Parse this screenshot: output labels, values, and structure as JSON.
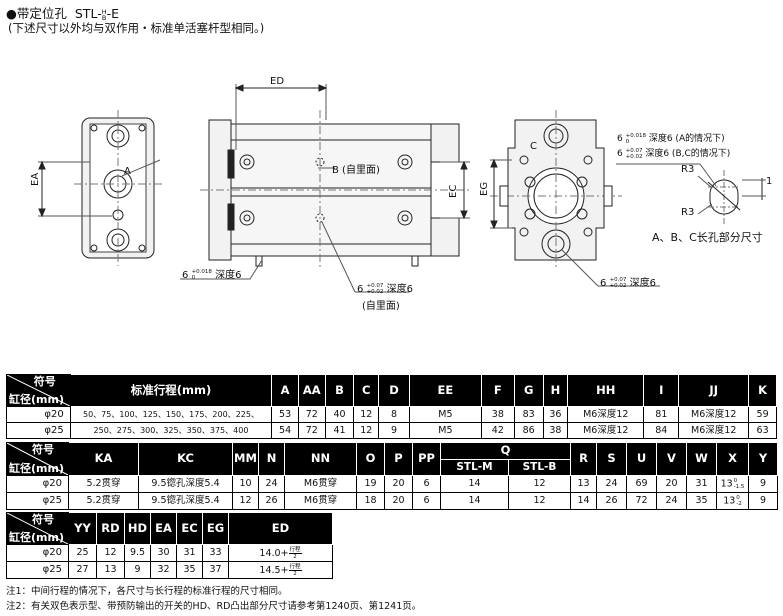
{
  "header": {
    "title_prefix": "●带定位孔",
    "model_base": "STL-",
    "model_sup": "H",
    "model_sub": "B",
    "model_suffix": "-E",
    "subtitle": "(下述尺寸以外均与双作用・标准单活塞杆型相同。)"
  },
  "drawing": {
    "label_ED": "ED",
    "label_EA": "EA",
    "label_A": "A",
    "label_B_inside": "B (自里面)",
    "label_EC": "EC",
    "label_EG": "EG",
    "label_C": "C",
    "hole_a_text": "6",
    "hole_a_tol_up": "+0.018",
    "hole_a_tol_lo": "0",
    "hole_a_depth": "深度6",
    "hole_b_text": "6",
    "hole_b_tol_up": "+0.07",
    "hole_b_tol_lo": "+0.02",
    "hole_b_depth": "深度6",
    "hole_b_note": "(自里面)",
    "hole_c_text": "6",
    "hole_c_tol_up": "+0.07",
    "hole_c_tol_lo": "+0.02",
    "hole_c_depth": "深度6",
    "right_note1_dia": "6",
    "right_note1_tol_up": "+0.018",
    "right_note1_tol_lo": "0",
    "right_note1_text": "深度6 (A的情况下)",
    "right_note2_dia": "6",
    "right_note2_tol_up": "+0.07",
    "right_note2_tol_lo": "+0.02",
    "right_note2_text": "深度6 (B,C的情况下)",
    "r3_top": "R3",
    "r3_bottom": "R3",
    "dim_1": "1",
    "slot_caption": "A、B、C长孔部分尺寸"
  },
  "table": {
    "symbol_label": "符号",
    "bore_label": "缸径(mm)",
    "t1_headers": [
      "标准行程(mm)",
      "A",
      "AA",
      "B",
      "C",
      "D",
      "EE",
      "F",
      "G",
      "H",
      "HH",
      "I",
      "JJ",
      "K"
    ],
    "t1_rows": [
      {
        "bore": "φ20",
        "cells": [
          "50、75、100、125、150、175、200、225、",
          "53",
          "72",
          "40",
          "12",
          "8",
          "M5",
          "38",
          "83",
          "36",
          "M6深度12",
          "81",
          "M6深度12",
          "59"
        ]
      },
      {
        "bore": "φ25",
        "cells": [
          "250、275、300、325、350、375、400",
          "54",
          "72",
          "41",
          "12",
          "9",
          "M5",
          "42",
          "86",
          "38",
          "M6深度12",
          "84",
          "M6深度12",
          "63"
        ]
      }
    ],
    "t2_headers": [
      "KA",
      "KC",
      "MM",
      "N",
      "NN",
      "O",
      "P",
      "PP",
      "Q",
      "R",
      "S",
      "U",
      "V",
      "W",
      "X",
      "Y"
    ],
    "t2_sub_headers": [
      "STL-M",
      "STL-B"
    ],
    "t2_rows": [
      {
        "bore": "φ20",
        "cells": [
          "5.2贯穿",
          "9.5锪孔深度5.4",
          "10",
          "24",
          "M6贯穿",
          "19",
          "20",
          "6",
          "14",
          "12",
          "13",
          "24",
          "69",
          "20",
          "31",
          "13",
          "9"
        ],
        "x_tol_up": "0",
        "x_tol_lo": "-1.5"
      },
      {
        "bore": "φ25",
        "cells": [
          "5.2贯穿",
          "9.5锪孔深度5.4",
          "12",
          "26",
          "M6贯穿",
          "18",
          "20",
          "6",
          "14",
          "12",
          "14",
          "26",
          "72",
          "24",
          "35",
          "13",
          "9"
        ],
        "x_tol_up": "0",
        "x_tol_lo": "-2"
      }
    ],
    "t3_headers": [
      "YY",
      "RD",
      "HD",
      "EA",
      "EC",
      "EG",
      "ED"
    ],
    "t3_rows": [
      {
        "bore": "φ20",
        "cells": [
          "25",
          "12",
          "9.5",
          "30",
          "31",
          "33",
          "14.0+"
        ],
        "frac_top": "行程",
        "frac_bot": "2"
      },
      {
        "bore": "φ25",
        "cells": [
          "27",
          "13",
          "9",
          "32",
          "35",
          "37",
          "14.5+"
        ],
        "frac_top": "行程",
        "frac_bot": "2"
      }
    ]
  },
  "notes": {
    "note1": "注1：中间行程的情况下，各尺寸与长行程的标准行程的尺寸相同。",
    "note2": "注2：有关双色表示型、带预防输出的开关的HD、RD凸出部分尺寸请参考第1240页、第1241页。"
  }
}
